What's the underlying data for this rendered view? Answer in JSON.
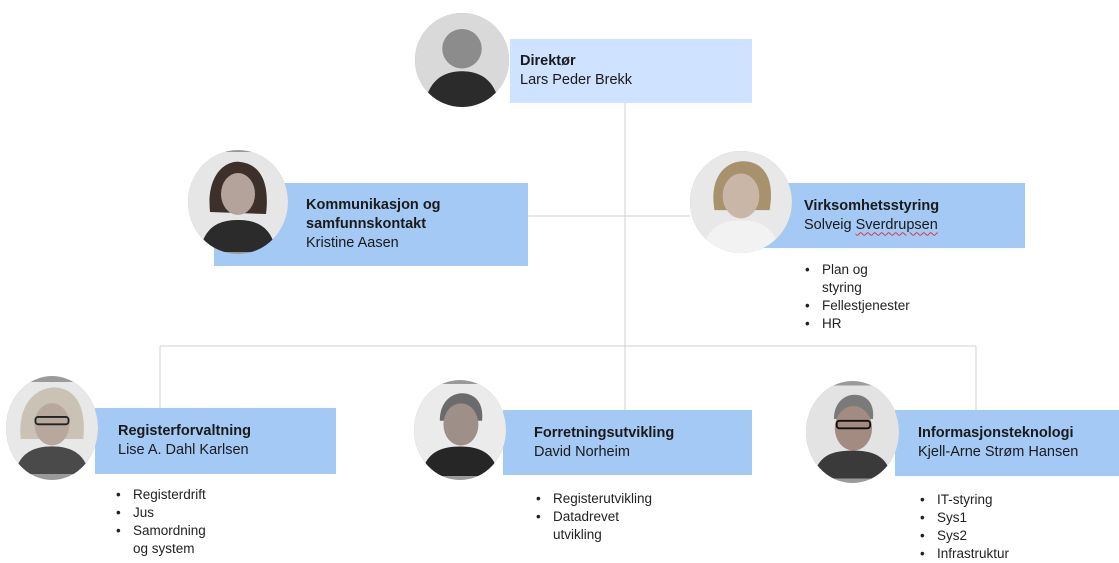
{
  "colors": {
    "box_director": "#cfe2ff",
    "box_unit": "#a4c9f5",
    "connector": "#d0d0d0"
  },
  "director": {
    "title": "Direktør",
    "name": "Lars Peder Brekk",
    "photo_icon": "person-portrait-icon"
  },
  "staff": [
    {
      "title": "Kommunikasjon og samfunnskontakt",
      "name": "Kristine Aasen",
      "photo_icon": "person-portrait-icon",
      "bullets": []
    },
    {
      "title": "Virksomhetsstyring",
      "name_parts": [
        "Solveig ",
        "Sverdrupsen"
      ],
      "photo_icon": "person-portrait-icon",
      "bullets": [
        "Plan og styring",
        "Fellestjenester",
        "HR"
      ]
    }
  ],
  "divisions": [
    {
      "title": "Registerforvaltning",
      "name": "Lise A. Dahl Karlsen",
      "photo_icon": "person-portrait-icon",
      "bullets": [
        "Registerdrift",
        "Jus",
        "Samordning og system"
      ]
    },
    {
      "title": "Forretningsutvikling",
      "name": "David Norheim",
      "photo_icon": "person-portrait-icon",
      "bullets": [
        "Registerutvikling",
        "Datadrevet utvikling"
      ]
    },
    {
      "title": "Informasjonsteknologi",
      "name": "Kjell-Arne Strøm Hansen",
      "photo_icon": "person-portrait-icon",
      "bullets": [
        "IT-styring",
        "Sys1",
        "Sys2",
        "Infrastruktur"
      ]
    }
  ]
}
